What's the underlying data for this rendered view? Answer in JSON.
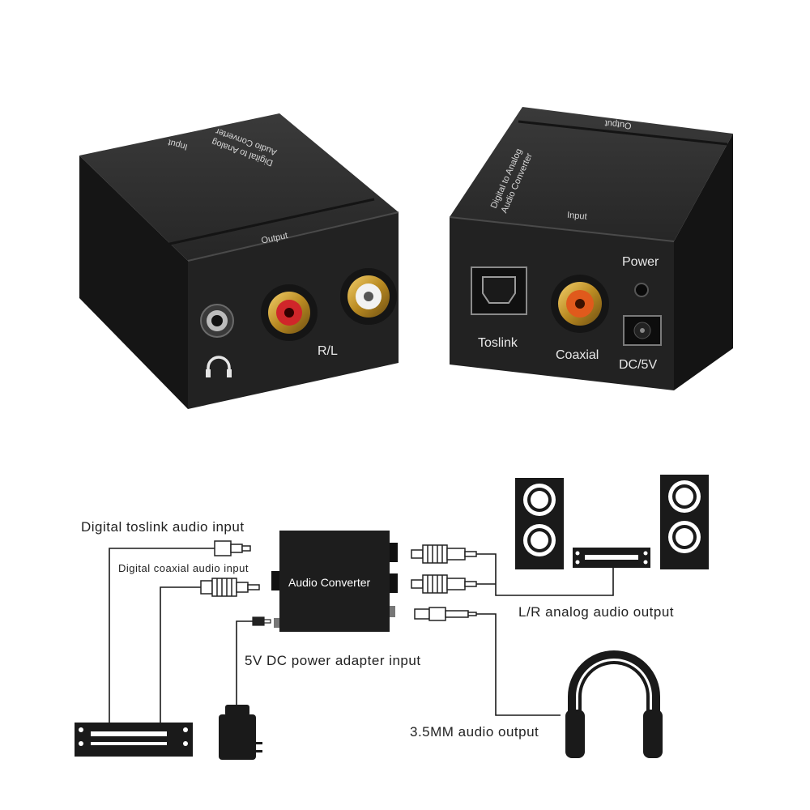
{
  "product_photo": {
    "left_unit": {
      "top_title_line1": "Digital to Analog",
      "top_title_line2": "Audio Converter",
      "top_input_label": "Input",
      "edge_output_label": "Output",
      "rl_label": "R/L"
    },
    "right_unit": {
      "top_title_line1": "Digital to Analog",
      "top_title_line2": "Audio Converter",
      "top_output_label": "Output",
      "edge_input_label": "Input",
      "power_label": "Power",
      "toslink_label": "Toslink",
      "coaxial_label": "Coaxial",
      "dc_label": "DC/5V"
    }
  },
  "diagram": {
    "converter_label": "Audio Converter",
    "toslink_input": "Digital  toslink audio input",
    "coaxial_input": "Digital  coaxial audio input",
    "power_input": "5V DC power adapter input",
    "lr_output": "L/R analog audio output",
    "mm_output": "3.5MM audio output"
  },
  "colors": {
    "device_body": "#1f1f1f",
    "rca_red": "#d0262a",
    "rca_gold": "#c79a2e",
    "rca_white": "#f2f2f2"
  }
}
